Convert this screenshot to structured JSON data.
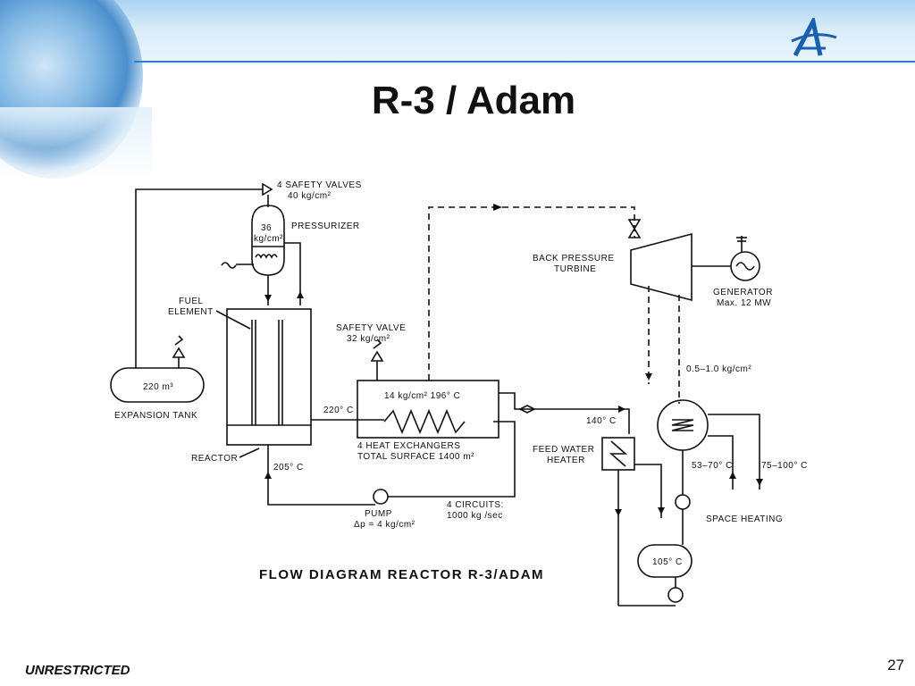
{
  "slide": {
    "title": "R-3 / Adam",
    "classification": "UNRESTRICTED",
    "page_number": "27"
  },
  "diagram": {
    "caption": "FLOW DIAGRAM REACTOR R-3/ADAM",
    "labels": {
      "safety_valves_1": "4 SAFETY VALVES",
      "safety_valves_2": "40 kg/cm²",
      "pressurizer": "PRESSURIZER",
      "pressurizer_pressure_1": "36",
      "pressurizer_pressure_2": "kg/cm²",
      "fuel_element_1": "FUEL",
      "fuel_element_2": "ELEMENT",
      "expansion_tank_volume": "220 m³",
      "expansion_tank": "EXPANSION TANK",
      "reactor": "REACTOR",
      "temp_220": "220° C",
      "temp_205": "205° C",
      "safety_valve_1": "SAFETY VALVE",
      "safety_valve_2": "32 kg/cm²",
      "hx_conditions": "14 kg/cm²  196° C",
      "hx_name_1": "4 HEAT EXCHANGERS",
      "hx_name_2": "TOTAL SURFACE 1400 m²",
      "pump_1": "PUMP",
      "pump_2": "Δp = 4 kg/cm²",
      "circuits_1": "4 CIRCUITS:",
      "circuits_2": "1000 kg /sec",
      "turbine_1": "BACK PRESSURE",
      "turbine_2": "TURBINE",
      "generator_1": "GENERATOR",
      "generator_2": "Max. 12 MW",
      "exhaust_pressure": "0.5–1.0 kg/cm²",
      "temp_140": "140° C",
      "feed_water_1": "FEED WATER",
      "feed_water_2": "HEATER",
      "temp_53_70": "53–70° C",
      "temp_75_100": "75–100° C",
      "space_heating": "SPACE HEATING",
      "tank_105": "105° C"
    }
  }
}
